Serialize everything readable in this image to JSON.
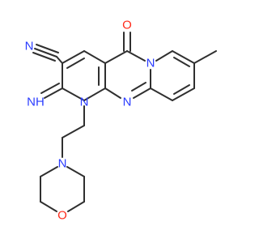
{
  "molecule": {
    "atoms": {
      "nitrile_N": {
        "text": "N",
        "color": "#2a3cff"
      },
      "imine_NH": {
        "text": "NH",
        "color": "#2a3cff"
      },
      "ring_N1": {
        "text": "N",
        "color": "#2a3cff"
      },
      "ring_N2": {
        "text": "N",
        "color": "#2a3cff"
      },
      "ring_N3": {
        "text": "N",
        "color": "#2a3cff"
      },
      "morph_N": {
        "text": "N",
        "color": "#2a3cff"
      },
      "carbonyl_O": {
        "text": "O",
        "color": "#ff2a1a"
      },
      "morph_O": {
        "text": "O",
        "color": "#ff2a1a"
      }
    },
    "colors": {
      "bond": "#2f2f2f",
      "nitrogen": "#2a3cff",
      "oxygen": "#ff2a1a",
      "background": "#ffffff"
    }
  }
}
